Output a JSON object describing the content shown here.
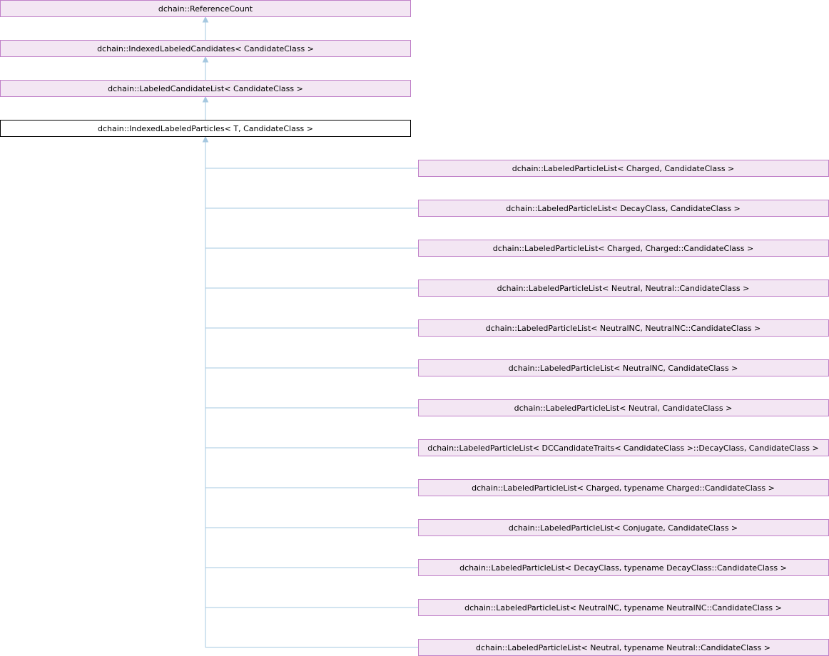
{
  "diagram": {
    "type": "inheritance-graph",
    "colors": {
      "node_fill": "#f3e6f3",
      "node_border": "#c080c8",
      "current_fill": "#ffffff",
      "current_border": "#000000",
      "edge": "#a6c8e0",
      "text": "#000000"
    },
    "ancestors": [
      {
        "label": "dchain::ReferenceCount"
      },
      {
        "label": "dchain::IndexedLabeledCandidates< CandidateClass >"
      },
      {
        "label": "dchain::LabeledCandidateList< CandidateClass >"
      }
    ],
    "current": {
      "label": "dchain::IndexedLabeledParticles< T, CandidateClass >"
    },
    "children": [
      {
        "label": "dchain::LabeledParticleList< Charged, CandidateClass >"
      },
      {
        "label": "dchain::LabeledParticleList< DecayClass, CandidateClass >"
      },
      {
        "label": "dchain::LabeledParticleList< Charged, Charged::CandidateClass >"
      },
      {
        "label": "dchain::LabeledParticleList< Neutral, Neutral::CandidateClass >"
      },
      {
        "label": "dchain::LabeledParticleList< NeutralNC, NeutralNC::CandidateClass >"
      },
      {
        "label": "dchain::LabeledParticleList< NeutralNC, CandidateClass >"
      },
      {
        "label": "dchain::LabeledParticleList< Neutral, CandidateClass >"
      },
      {
        "label": "dchain::LabeledParticleList< DCCandidateTraits< CandidateClass >::DecayClass, CandidateClass >"
      },
      {
        "label": "dchain::LabeledParticleList< Charged, typename Charged::CandidateClass >"
      },
      {
        "label": "dchain::LabeledParticleList< Conjugate, CandidateClass >"
      },
      {
        "label": "dchain::LabeledParticleList< DecayClass, typename DecayClass::CandidateClass >"
      },
      {
        "label": "dchain::LabeledParticleList< NeutralNC, typename NeutralNC::CandidateClass >"
      },
      {
        "label": "dchain::LabeledParticleList< Neutral, typename Neutral::CandidateClass >"
      }
    ]
  }
}
